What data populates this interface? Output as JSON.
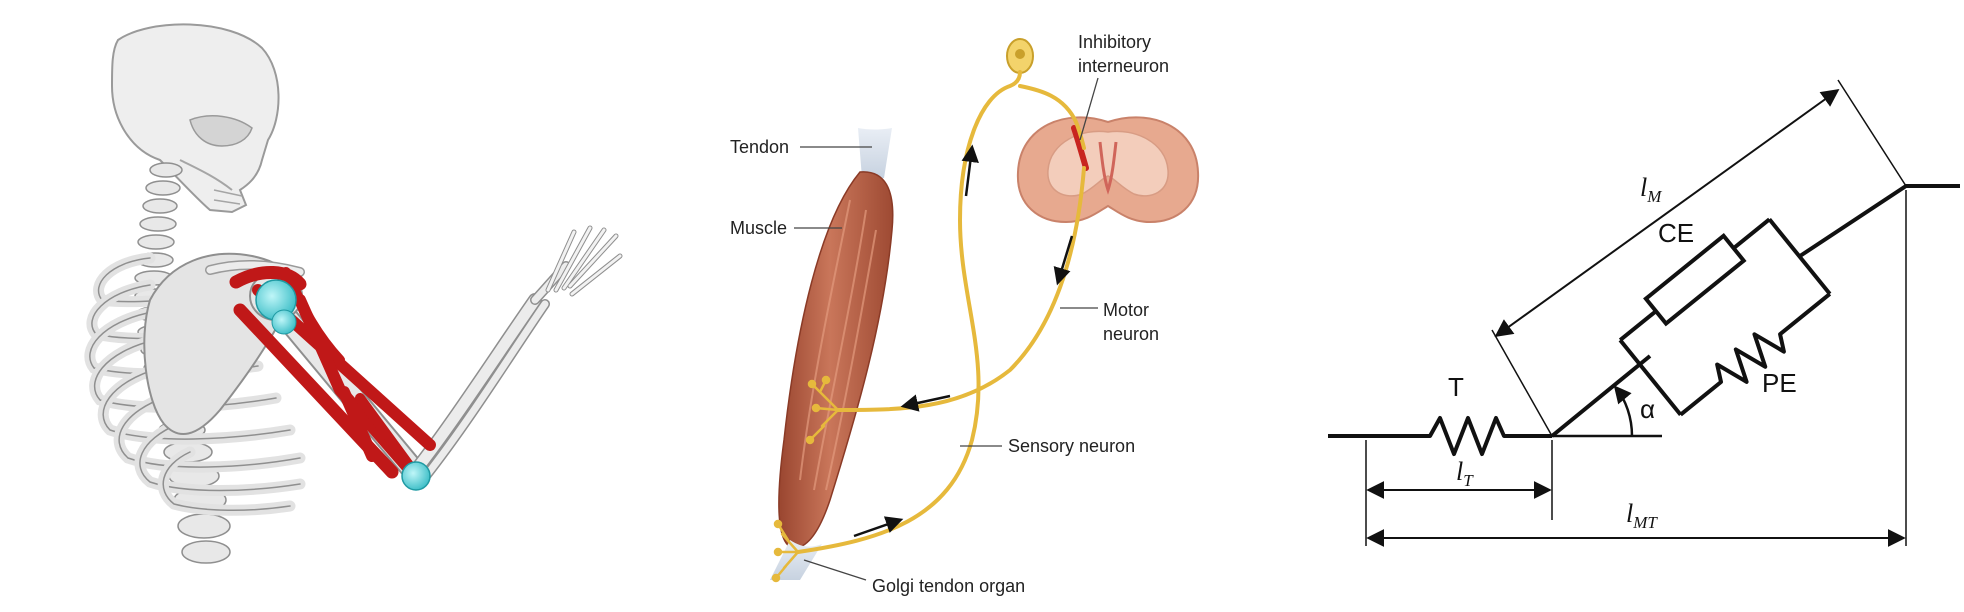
{
  "musculoskeletal_model": {
    "colors": {
      "bone": "#e6e6e6",
      "bone_edge": "#9a9a9a",
      "muscle": "#c01818",
      "joint": "#46d7df"
    }
  },
  "reflex_pathway": {
    "labels": {
      "interneuron_line1": "Inhibitory",
      "interneuron_line2": "interneuron",
      "tendon": "Tendon",
      "muscle": "Muscle",
      "motor_line1": "Motor",
      "motor_line2": "neuron",
      "sensory": "Sensory neuron",
      "golgi": "Golgi tendon organ"
    },
    "colors": {
      "nerve": "#e6b93c",
      "muscle": "#b85c3e",
      "cord": "#e7a98f",
      "grey_matter": "#f3cdbb"
    }
  },
  "hill_model": {
    "labels": {
      "lM": "l",
      "lM_sub": "M",
      "CE": "CE",
      "T": "T",
      "PE": "PE",
      "alpha": "α",
      "lT": "l",
      "lT_sub": "T",
      "lMT": "l",
      "lMT_sub": "MT"
    }
  }
}
